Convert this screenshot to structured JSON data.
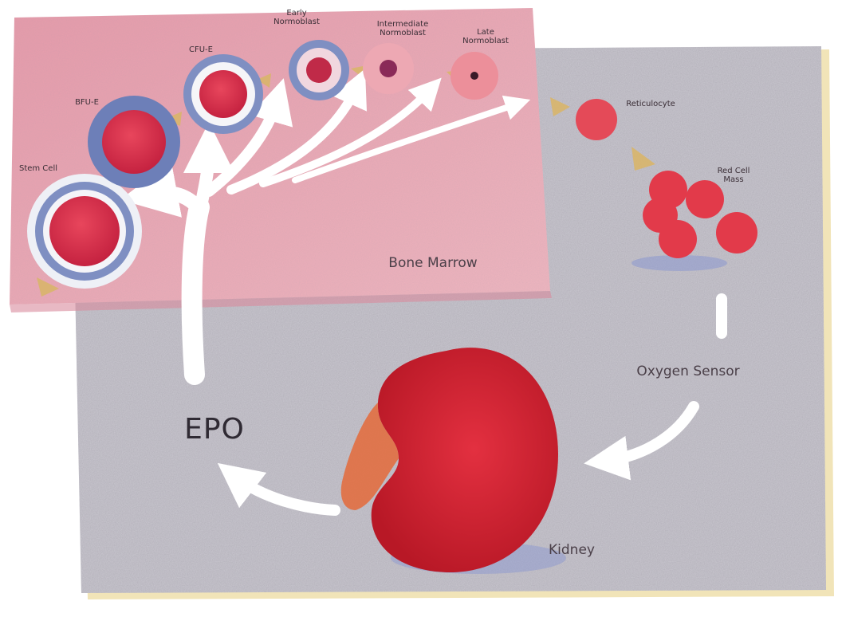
{
  "labels": {
    "stem_cell": "Stem Cell",
    "bfu_e": "BFU-E",
    "cfu_e": "CFU-E",
    "early_normoblast": "Early Normoblast",
    "intermediate_normoblast": "Intermediate Normoblast",
    "late_normoblast": "Late Normoblast",
    "reticulocyte": "Reticulocyte",
    "red_cell_mass": "Red Cell Mass",
    "bone_marrow": "Bone Marrow",
    "oxygen_sensor": "Oxygen Sensor",
    "epo": "EPO",
    "kidney": "Kidney"
  },
  "colors": {
    "marrow": "#ecaab6",
    "panel": "#c9c7cf",
    "cell": "#d8324a",
    "cell_ring": "#7f8fc2",
    "kidney": "#d82838",
    "arrow": "#ffffff",
    "gold_arrow": "#d8b56a"
  }
}
